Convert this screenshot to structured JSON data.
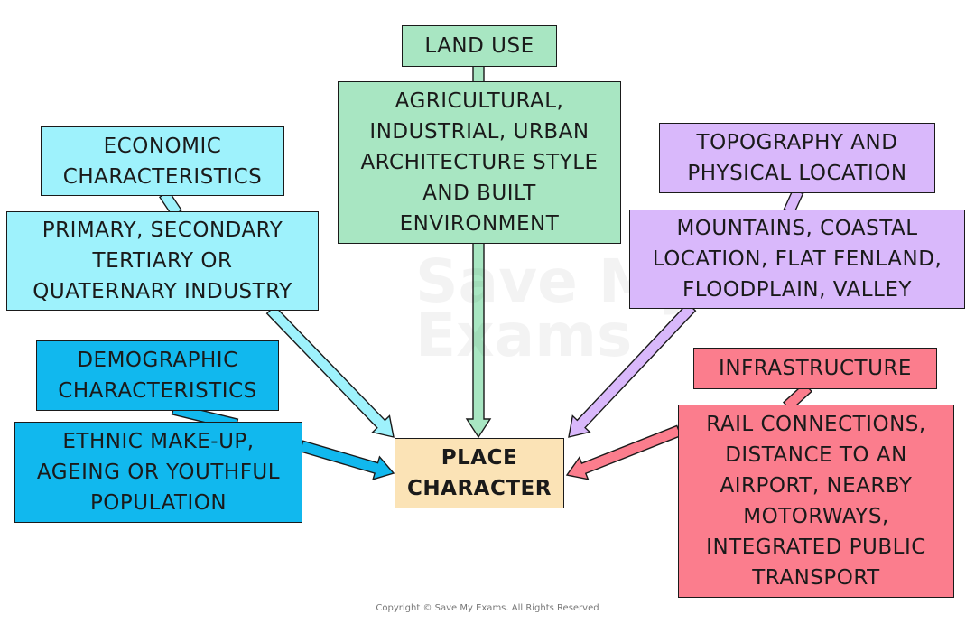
{
  "diagram": {
    "center": {
      "label": "PLACE\nCHARACTER",
      "color": "#fbe3b6"
    },
    "categories": [
      {
        "id": "land-use",
        "heading": "LAND USE",
        "detail": "AGRICULTURAL,\nINDUSTRIAL, URBAN\nARCHITECTURE STYLE\nAND BUILT\nENVIRONMENT",
        "color": "#a8e6c2"
      },
      {
        "id": "economic",
        "heading": "ECONOMIC\nCHARACTERISTICS",
        "detail": "PRIMARY, SECONDARY\nTERTIARY OR\nQUATERNARY INDUSTRY",
        "color": "#9ef2fc"
      },
      {
        "id": "demographic",
        "heading": "DEMOGRAPHIC\nCHARACTERISTICS",
        "detail": "ETHNIC MAKE-UP,\nAGEING OR YOUTHFUL\nPOPULATION",
        "color": "#11b8ee"
      },
      {
        "id": "topography",
        "heading": "TOPOGRAPHY AND\nPHYSICAL LOCATION",
        "detail": "MOUNTAINS, COASTAL\nLOCATION, FLAT FENLAND,\nFLOODPLAIN, VALLEY",
        "color": "#d9b8fb"
      },
      {
        "id": "infrastructure",
        "heading": "INFRASTRUCTURE",
        "detail": "RAIL CONNECTIONS,\nDISTANCE TO AN\nAIRPORT, NEARBY\nMOTORWAYS,\nINTEGRATED PUBLIC\nTRANSPORT",
        "color": "#fb7d8d"
      }
    ]
  },
  "watermark": "Save My\nExams",
  "copyright": "Copyright © Save My Exams. All Rights Reserved"
}
